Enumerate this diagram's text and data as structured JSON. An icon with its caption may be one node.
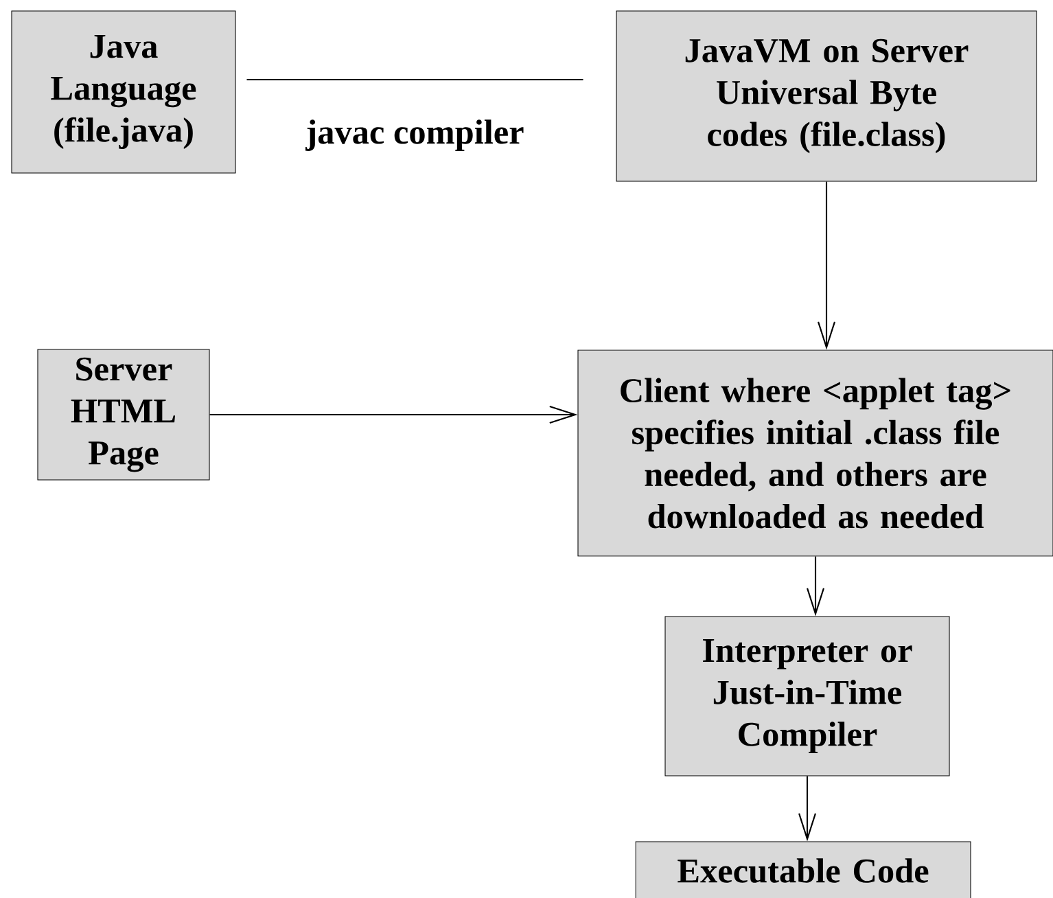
{
  "diagram": {
    "nodes": [
      {
        "text": [
          "Java Language (file.java)"
        ]
      },
      {
        "text": [
          "JavaVM on Server Universal Byte codes (file.class)"
        ]
      },
      {
        "text": [
          "Server HTML Page"
        ]
      },
      {
        "text": [
          "Client where <applet tag> specifies initial .class file needed, and others are downloaded as needed"
        ]
      },
      {
        "text": [
          "Interpreter or Just-in-Time Compiler"
        ]
      },
      {
        "text": [
          "Executable Code"
        ]
      }
    ],
    "edges": [
      {
        "from": 0,
        "to": 1,
        "arrow": "none",
        "label": "javac compiler"
      },
      {
        "from": 1,
        "to": 3,
        "arrow": "to"
      },
      {
        "from": 2,
        "to": 3,
        "arrow": "to"
      },
      {
        "from": 3,
        "to": 4,
        "arrow": "to"
      },
      {
        "from": 4,
        "to": 5,
        "arrow": "to"
      }
    ]
  }
}
